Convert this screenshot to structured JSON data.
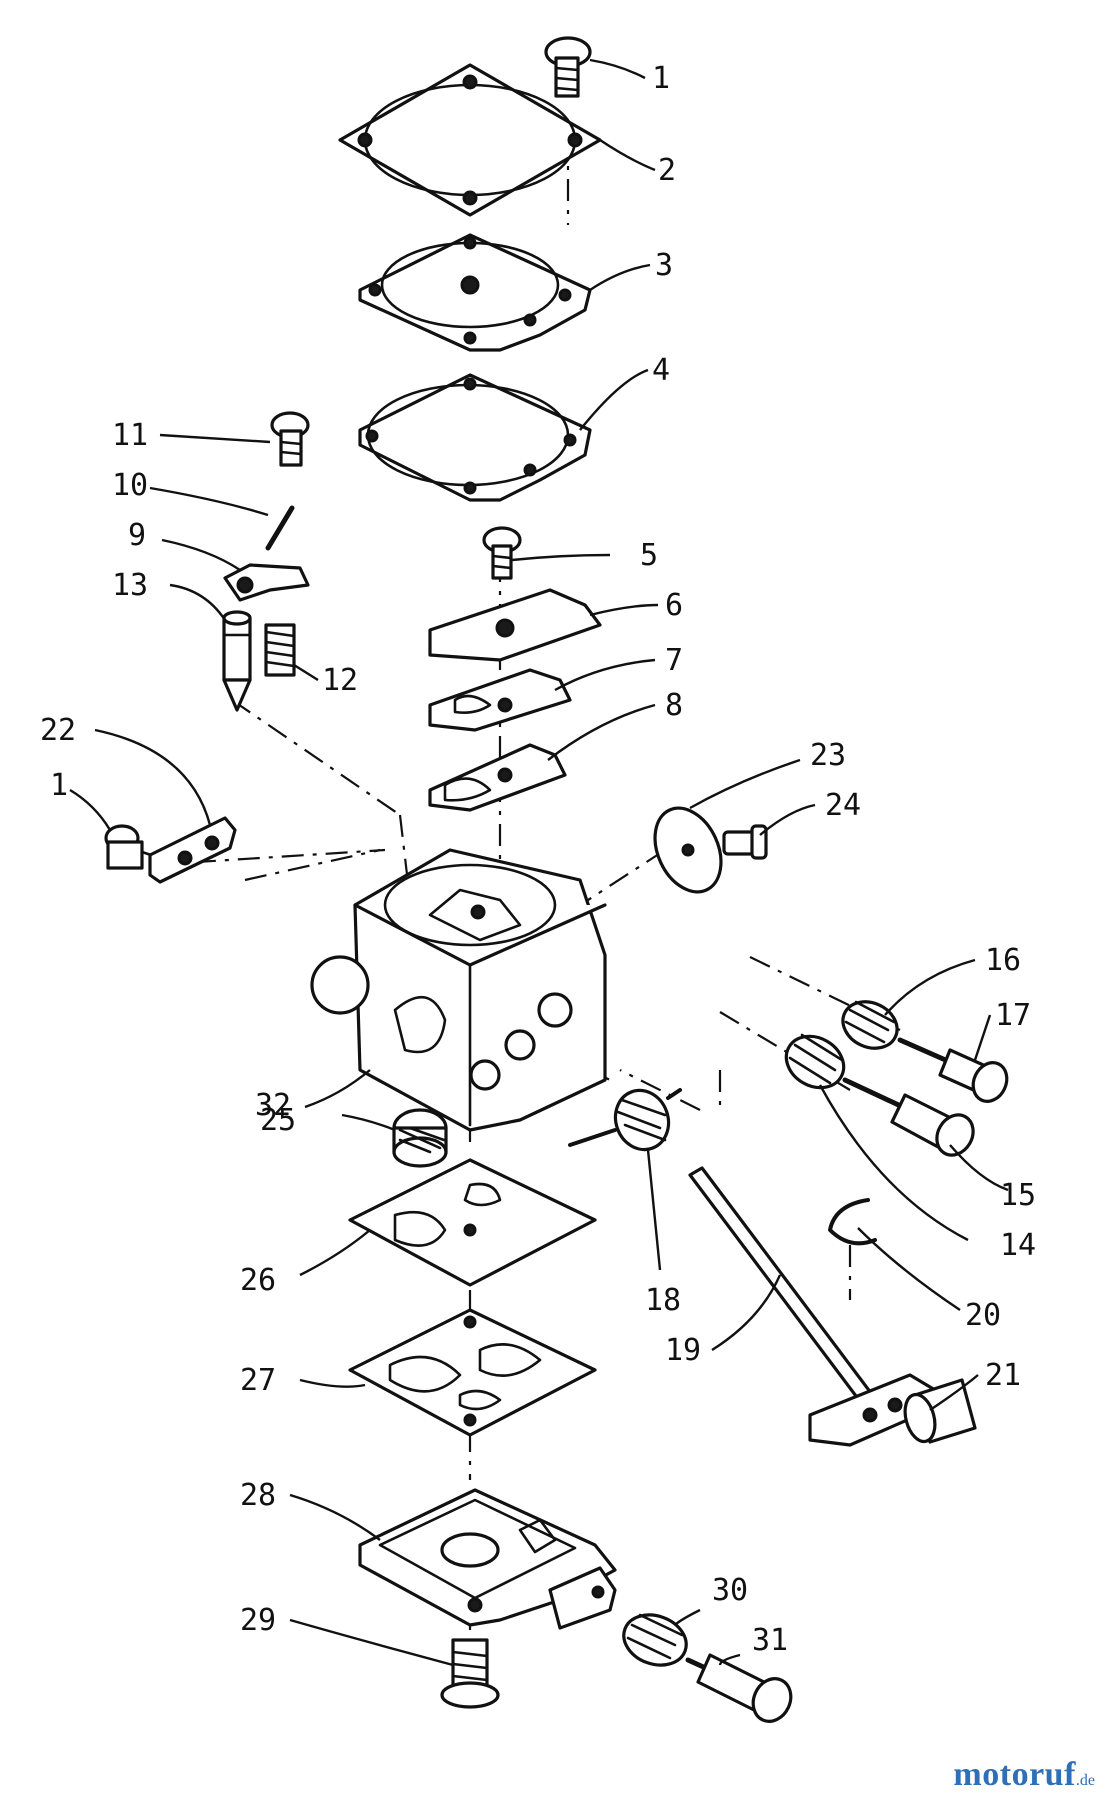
{
  "labels": [
    "1",
    "2",
    "3",
    "4",
    "5",
    "6",
    "7",
    "8",
    "9",
    "10",
    "11",
    "12",
    "13",
    "14",
    "15",
    "16",
    "17",
    "18",
    "19",
    "20",
    "21",
    "22",
    "23",
    "24",
    "25",
    "26",
    "27",
    "28",
    "29",
    "30",
    "31",
    "32",
    "1"
  ],
  "watermark": {
    "brand": "motoruf",
    "tld": ".de"
  },
  "colors": {
    "ink": "#111111",
    "watermark": "#2f6fb5"
  }
}
